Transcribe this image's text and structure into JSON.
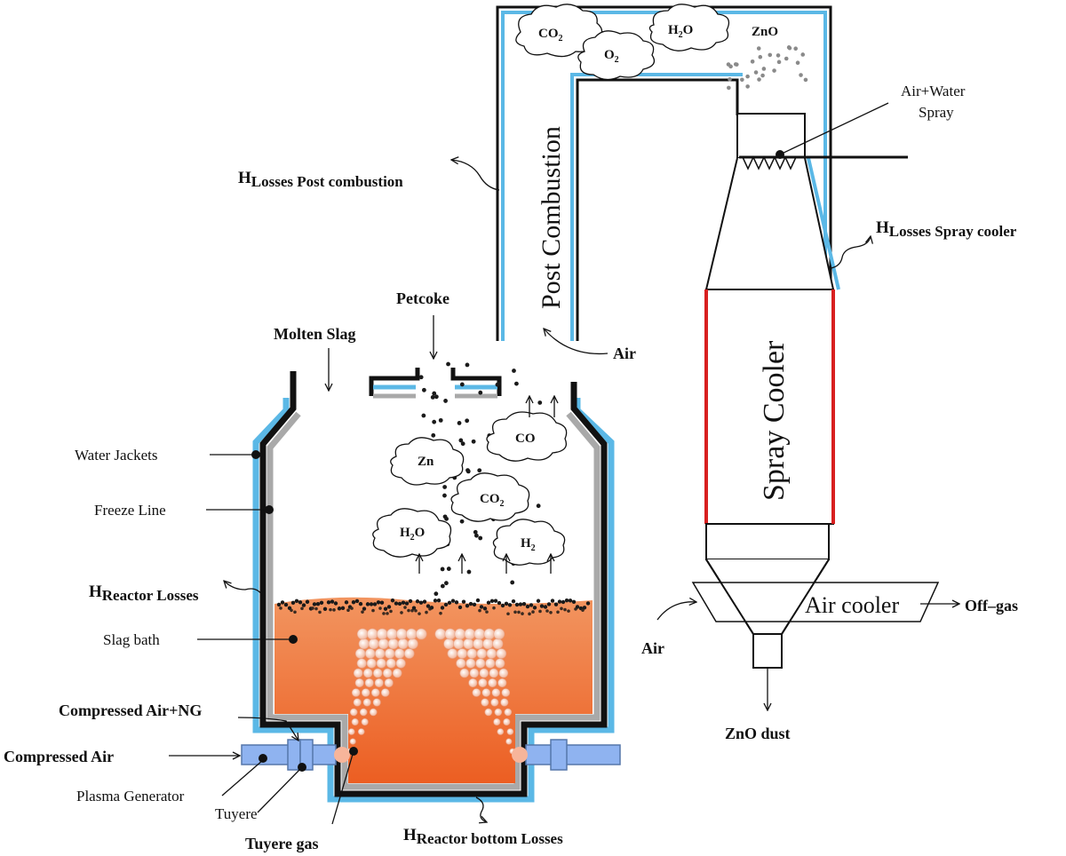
{
  "labels": {
    "molten_slag": "Molten Slag",
    "petcoke": "Petcoke",
    "air_top": "Air",
    "post_combustion": "Post Combustion",
    "spray_cooler": "Spray Cooler",
    "air_water_spray_1": "Air+Water",
    "air_water_spray_2": "Spray",
    "water_jackets": "Water Jackets",
    "freeze_line": "Freeze Line",
    "slag_bath": "Slag bath",
    "compressed_air_ng": "Compressed Air+NG",
    "compressed_air": "Compressed Air",
    "plasma_generator": "Plasma Generator",
    "tuyere": "Tuyere",
    "tuyere_gas": "Tuyere gas",
    "air_cooler": "Air cooler",
    "off_gas": "Off–gas",
    "air_left": "Air",
    "zno_dust": "ZnO dust"
  },
  "losses": {
    "post_combustion": {
      "symbol": "H",
      "sub": "Losses Post combustion"
    },
    "spray_cooler": {
      "symbol": "H",
      "sub": "Losses Spray cooler"
    },
    "reactor": {
      "symbol": "H",
      "sub": "Reactor Losses"
    },
    "reactor_bottom": {
      "symbol": "H",
      "sub": "Reactor bottom Losses"
    }
  },
  "species_top": {
    "co2": {
      "main": "CO",
      "sub": "2"
    },
    "o2": {
      "main": "O",
      "sub": "2"
    },
    "h2o": {
      "main": "H",
      "sub": "2",
      "tail": "O"
    },
    "zno": {
      "main": "ZnO"
    }
  },
  "species_reactor": {
    "zn": {
      "main": "Zn"
    },
    "co": {
      "main": "CO"
    },
    "co2": {
      "main": "CO",
      "sub": "2"
    },
    "h2o": {
      "main": "H",
      "sub": "2",
      "tail": "O"
    },
    "h2": {
      "main": "H",
      "sub": "2"
    }
  },
  "colors": {
    "water_jacket_blue": "#5bb8e6",
    "wall_black": "#111111",
    "refractory_grey": "#a9a9a9",
    "slag_orange": "#f07a40",
    "slag_dark": "#e8622a",
    "cooler_red": "#d82020",
    "tuyere_blue": "#8fb3f0",
    "particle": "#1a1a1a",
    "zno_particle": "#8a8a8a"
  }
}
